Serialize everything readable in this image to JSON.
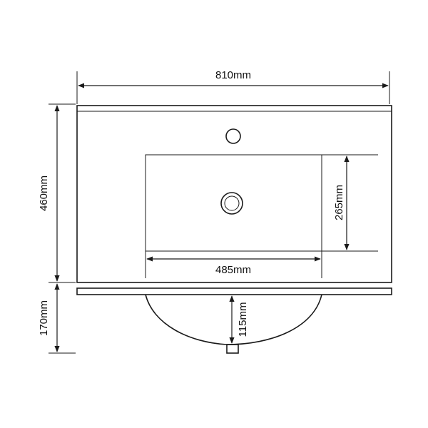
{
  "dimensions": {
    "overall_width": "810mm",
    "overall_depth": "460mm",
    "bowl_depth": "170mm",
    "basin_width": "485mm",
    "basin_length": "265mm",
    "inner_depth": "115mm"
  }
}
